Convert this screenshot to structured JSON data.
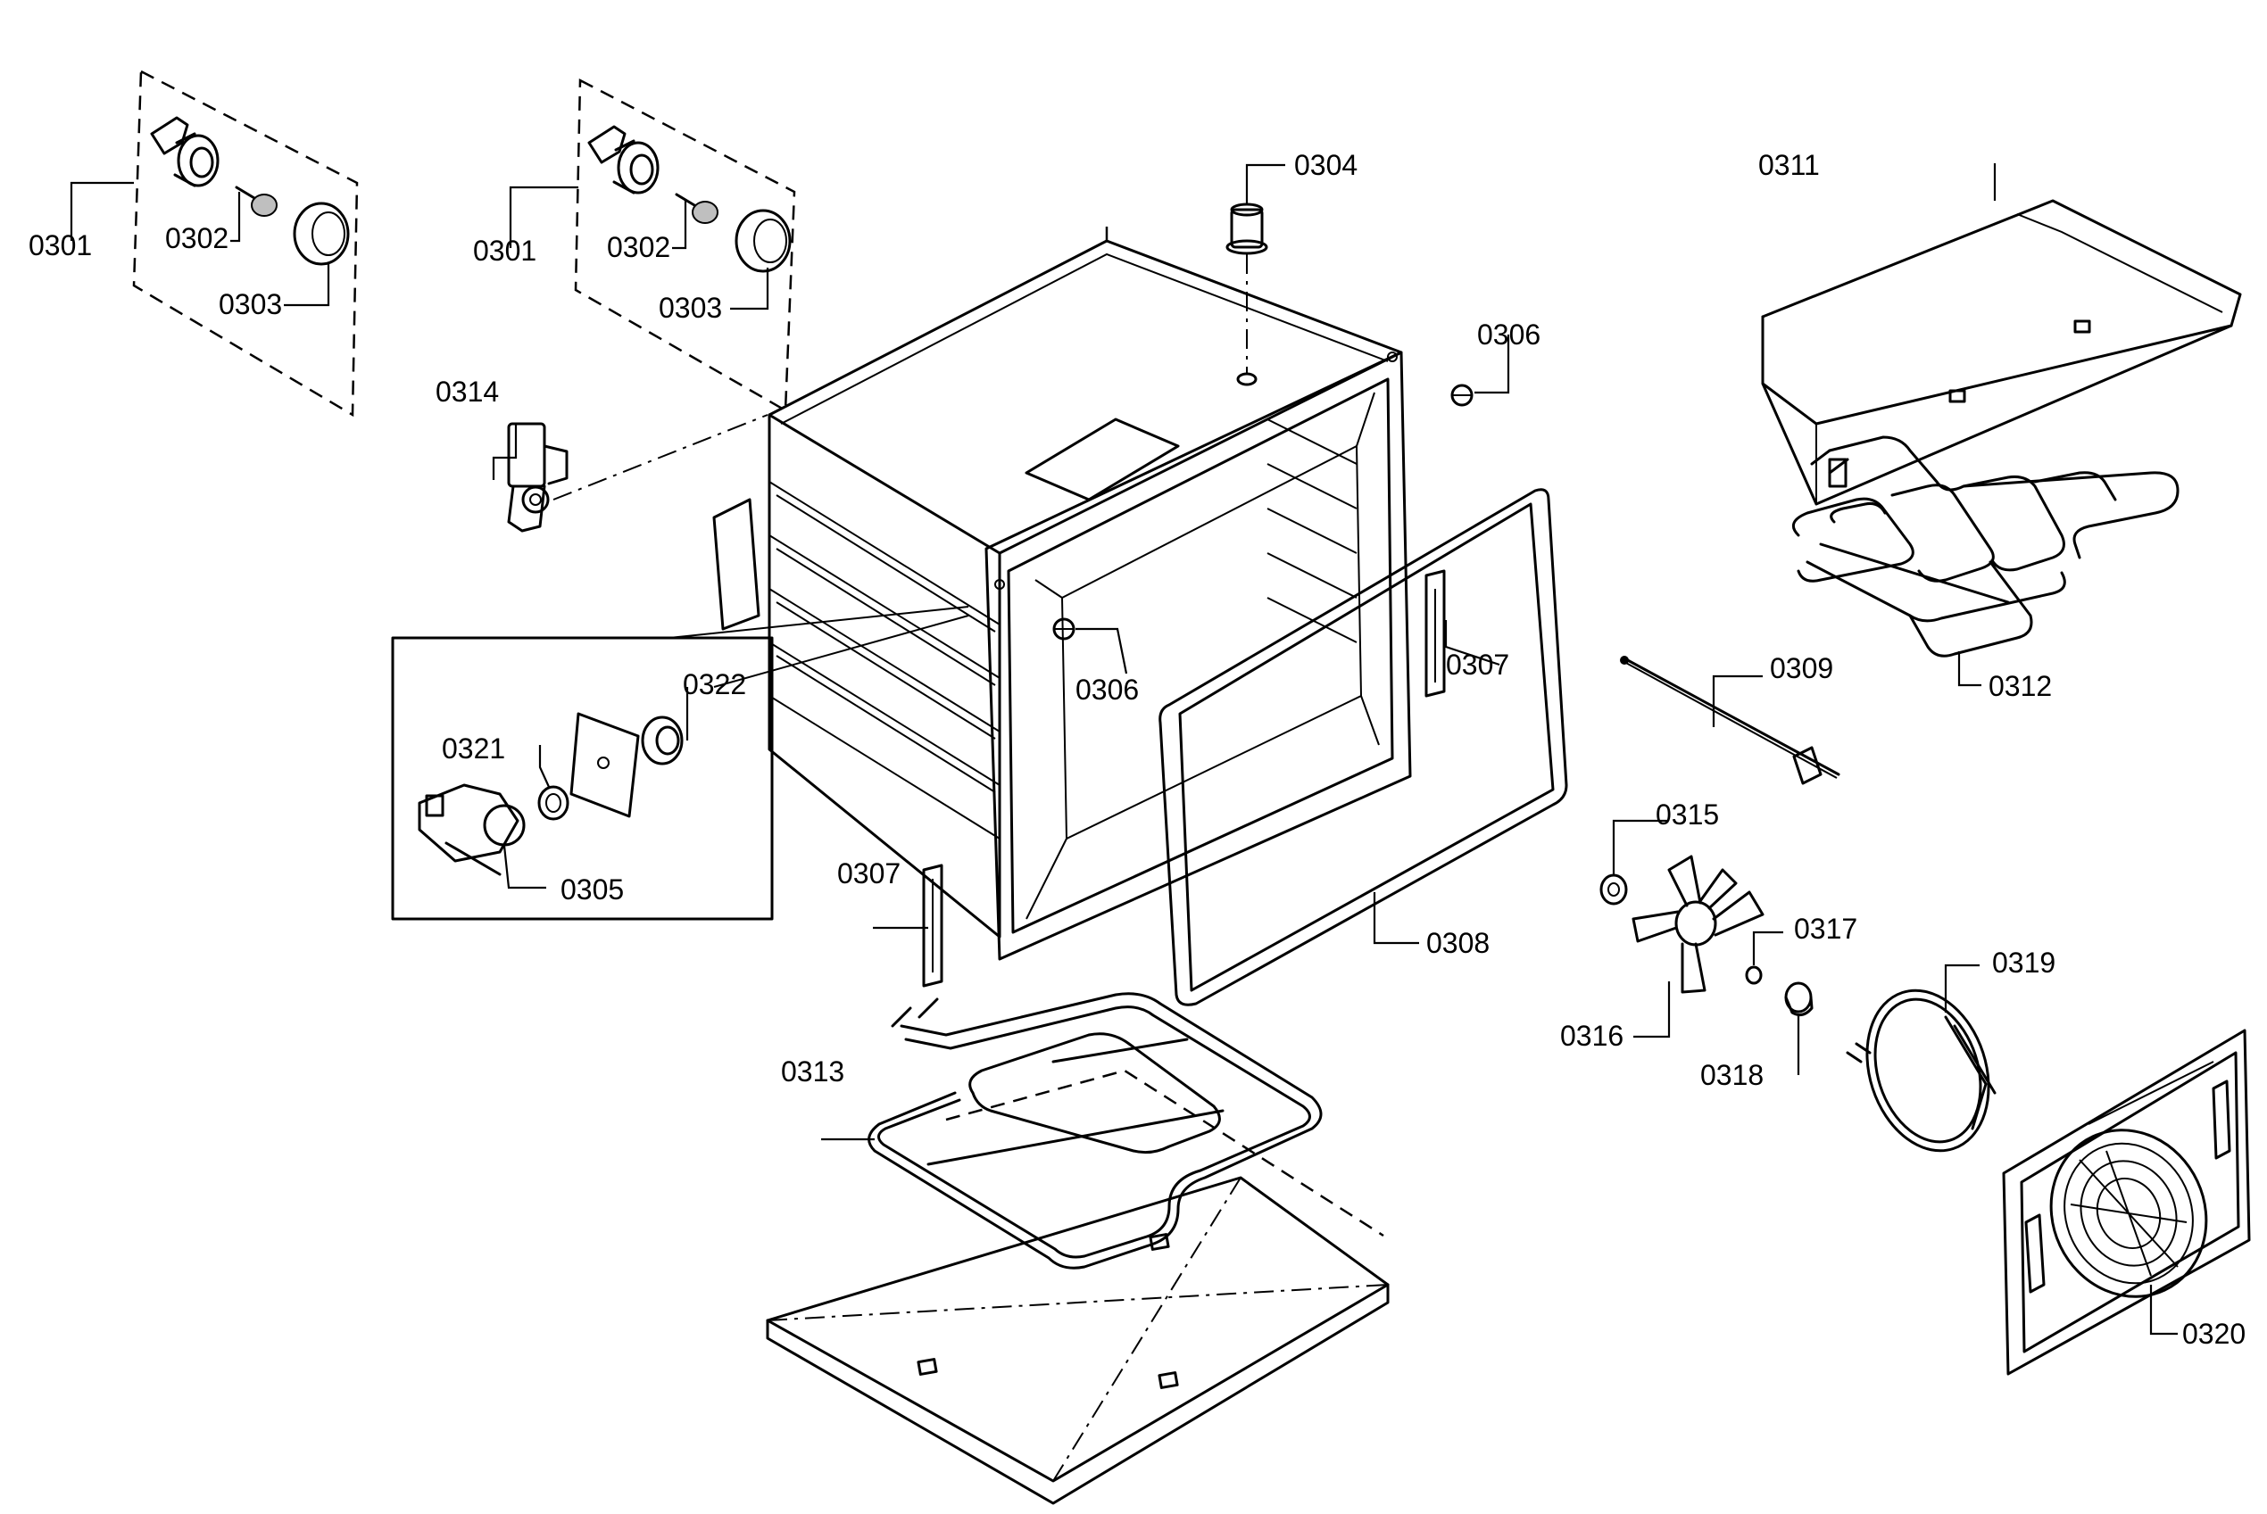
{
  "labels": {
    "p0301a": "0301",
    "p0302a": "0302",
    "p0303a": "0303",
    "p0301b": "0301",
    "p0302b": "0302",
    "p0303b": "0303",
    "p0304": "0304",
    "p0306a": "0306",
    "p0306b": "0306",
    "p0307a": "0307",
    "p0307b": "0307",
    "p0308": "0308",
    "p0309": "0309",
    "p0311": "0311",
    "p0312": "0312",
    "p0313": "0313",
    "p0314": "0314",
    "p0315": "0315",
    "p0316": "0316",
    "p0317": "0317",
    "p0318": "0318",
    "p0319": "0319",
    "p0320": "0320",
    "p0321": "0321",
    "p0322": "0322",
    "p0305": "0305"
  }
}
